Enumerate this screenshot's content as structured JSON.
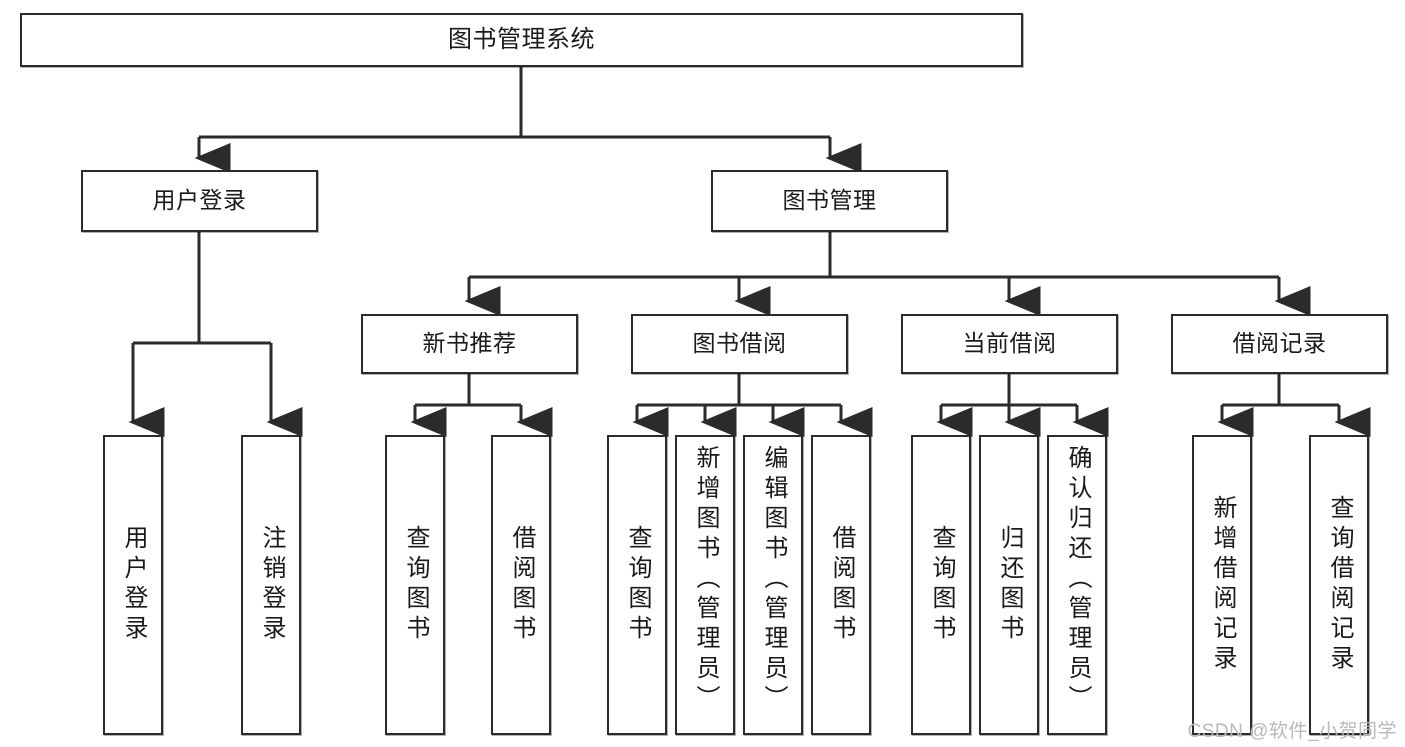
{
  "diagram": {
    "title": "图书管理系统",
    "type": "tree-hierarchy-diagram",
    "root": {
      "id": "root",
      "label": "图书管理系统"
    },
    "level2": [
      {
        "id": "user-login",
        "label": "用户登录"
      },
      {
        "id": "book-manage",
        "label": "图书管理"
      }
    ],
    "level3": [
      {
        "id": "new-book-rec",
        "label": "新书推荐"
      },
      {
        "id": "book-borrow",
        "label": "图书借阅"
      },
      {
        "id": "current-borrow",
        "label": "当前借阅"
      },
      {
        "id": "borrow-record",
        "label": "借阅记录"
      }
    ],
    "leaves": {
      "user_login": [
        {
          "id": "leaf-user-login",
          "label": "用户登录"
        },
        {
          "id": "leaf-logout-login",
          "label": "注销登录"
        }
      ],
      "new_book_rec": [
        {
          "id": "leaf-query-book-1",
          "label": "查询图书"
        },
        {
          "id": "leaf-borrow-book-1",
          "label": "借阅图书"
        }
      ],
      "book_borrow": [
        {
          "id": "leaf-query-book-2",
          "label": "查询图书"
        },
        {
          "id": "leaf-add-book",
          "label": "新增图书（管理员）"
        },
        {
          "id": "leaf-edit-book",
          "label": "编辑图书（管理员）"
        },
        {
          "id": "leaf-borrow-book-2",
          "label": "借阅图书"
        }
      ],
      "current_borrow": [
        {
          "id": "leaf-query-book-3",
          "label": "查询图书"
        },
        {
          "id": "leaf-return-book",
          "label": "归还图书"
        },
        {
          "id": "leaf-confirm-return",
          "label": "确认归还（管理员）"
        }
      ],
      "borrow_record": [
        {
          "id": "leaf-add-record",
          "label": "新增借阅记录"
        },
        {
          "id": "leaf-query-record",
          "label": "查询借阅记录"
        }
      ]
    },
    "colors": {
      "border": "#2b2b2b",
      "background": "#ffffff",
      "text": "#1a1a1a",
      "connector": "#2b2b2b",
      "watermark": "#b9b9b9"
    }
  },
  "watermark": {
    "text": "CSDN @软件_小贺同学"
  }
}
